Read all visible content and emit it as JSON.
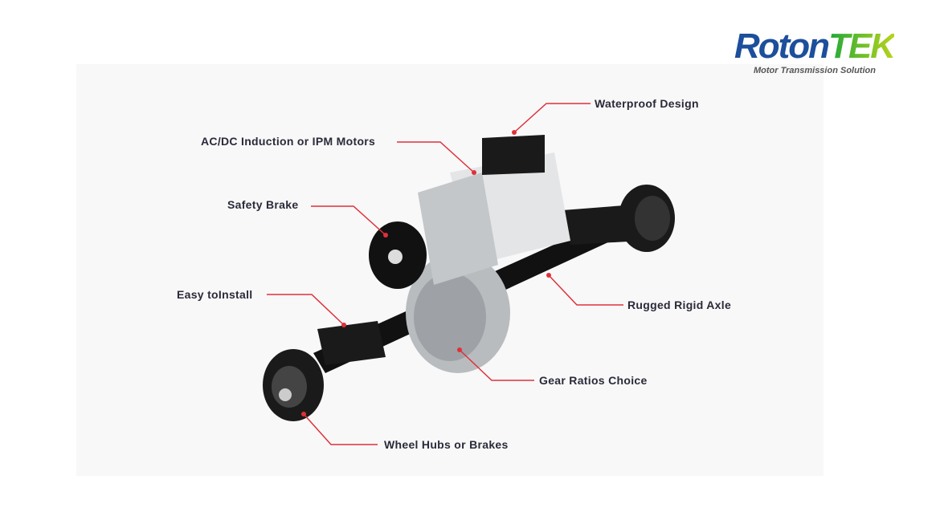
{
  "logo": {
    "brand_main": "Roton",
    "brand_accent": "TEK",
    "tagline": "Motor Transmission Solution"
  },
  "callouts": [
    {
      "label": "Waterproof Design"
    },
    {
      "label": "AC/DC Induction or IPM Motors"
    },
    {
      "label": "Safety Brake"
    },
    {
      "label": "Easy toInstall"
    },
    {
      "label": "Rugged Rigid Axle"
    },
    {
      "label": "Gear Ratios Choice"
    },
    {
      "label": "Wheel Hubs or Brakes"
    }
  ],
  "colors": {
    "callout_line": "#e0303a",
    "brand_blue": "#1c4f9c",
    "brand_green": "#4cb52e"
  }
}
